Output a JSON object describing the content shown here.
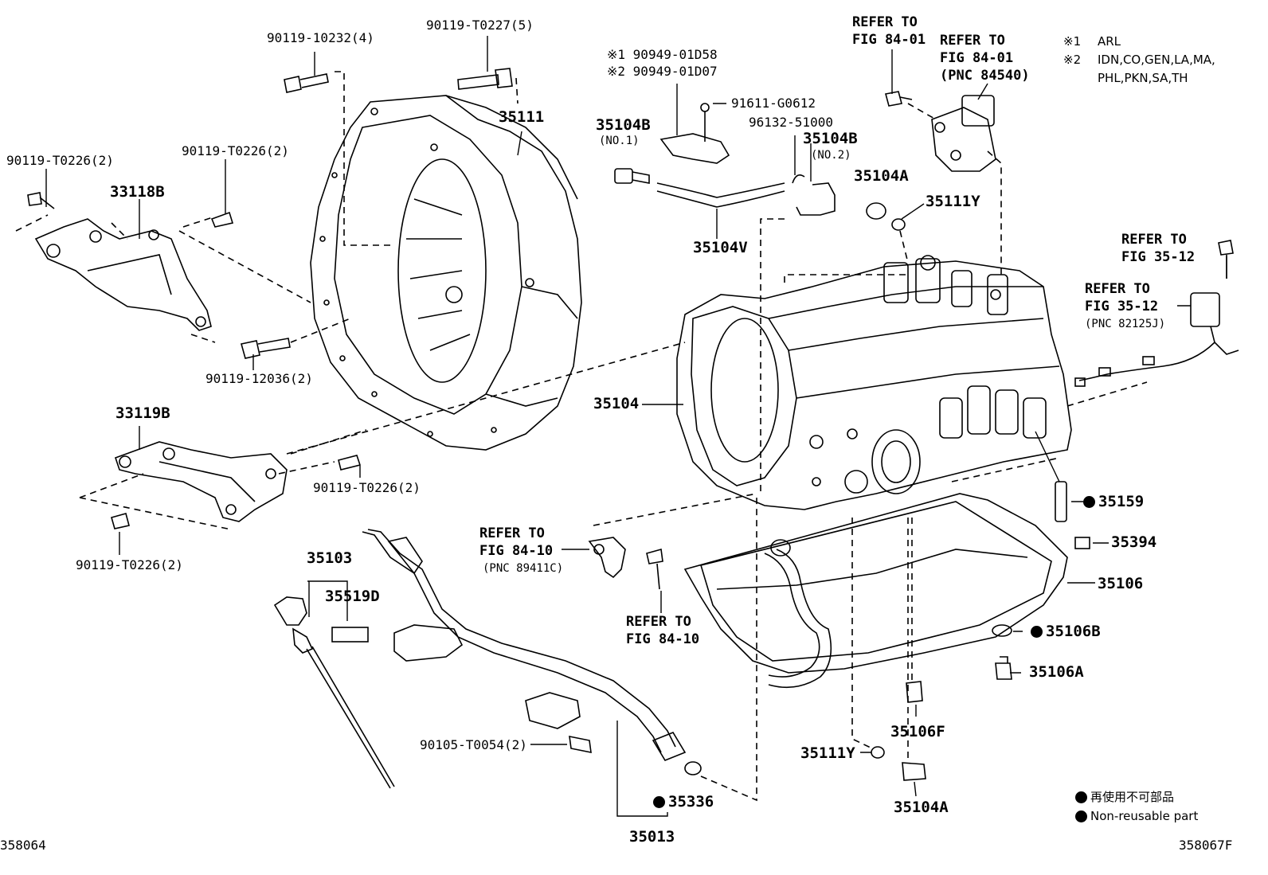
{
  "parts": {
    "bolt_90119_10232": "90119-10232(4)",
    "bolt_90119_t0227": "90119-T0227(5)",
    "bolt_90119_t0226_a": "90119-T0226(2)",
    "bolt_90119_t0226_b": "90119-T0226(2)",
    "bolt_90119_t0226_c": "90119-T0226(2)",
    "bolt_90119_t0226_d": "90119-T0226(2)",
    "bolt_90119_12036": "90119-12036(2)",
    "bracket_33118b": "33118B",
    "bracket_33119b": "33119B",
    "housing_35111": "35111",
    "hose_note1": "※1 90949-01D58",
    "hose_note2": "※2 90949-01D07",
    "bolt_91611": "91611-G0612",
    "clip_96132": "96132-51000",
    "union_35104b_1": "35104B",
    "union_35104b_1_sub": "(NO.1)",
    "union_35104b_2": "35104B",
    "union_35104b_2_sub": "(NO.2)",
    "hose_35104v": "35104V",
    "plug_35104a_top": "35104A",
    "oring_35111y_top": "35111Y",
    "transmission_35104": "35104",
    "pipe_35159": "35159",
    "magnet_35394": "35394",
    "pan_35106": "35106",
    "gasket_35106b": "35106B",
    "plug_35106a": "35106A",
    "bolt_35106f": "35106F",
    "oring_35111y_bottom": "35111Y",
    "plug_35104a_bottom": "35104A",
    "dipstick_35103": "35103",
    "label_35519d": "35519D",
    "bolt_90105": "90105-T0054(2)",
    "oring_35336": "35336",
    "tube_35013": "35013"
  },
  "refs": {
    "ref_84_01_a_line1": "REFER TO",
    "ref_84_01_a_line2": "FIG 84-01",
    "ref_84_01_b_line1": "REFER TO",
    "ref_84_01_b_line2": "FIG 84-01",
    "ref_84_01_b_line3": "(PNC 84540)",
    "ref_35_12_a_line1": "REFER TO",
    "ref_35_12_a_line2": "FIG 35-12",
    "ref_35_12_b_line1": "REFER TO",
    "ref_35_12_b_line2": "FIG 35-12",
    "ref_35_12_b_line3": "(PNC 82125J)",
    "ref_84_10_a_line1": "REFER TO",
    "ref_84_10_a_line2": "FIG 84-10",
    "ref_84_10_a_line3": "(PNC 89411C)",
    "ref_84_10_b_line1": "REFER TO",
    "ref_84_10_b_line2": "FIG 84-10"
  },
  "notes": {
    "note1_mark": "※1",
    "note1_text": "ARL",
    "note2_mark": "※2",
    "note2_text": "IDN,CO,GEN,LA,MA,",
    "note2_text2": "PHL,PKN,SA,TH"
  },
  "legend": {
    "jp": "再使用不可部品",
    "en": "Non-reusable part"
  },
  "footer": {
    "left_code": "358064",
    "right_code": "358067F"
  }
}
